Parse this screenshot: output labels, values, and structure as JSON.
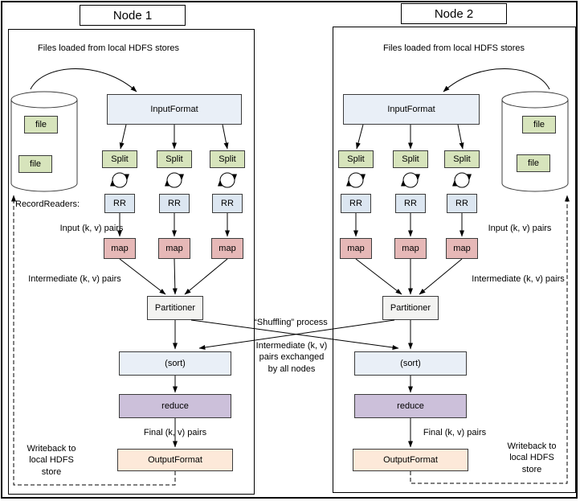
{
  "node1": {
    "title": "Node 1",
    "files_label": "Files loaded from local HDFS stores",
    "files": [
      "file",
      "file"
    ],
    "input_format": "InputFormat",
    "splits": [
      "Split",
      "Split",
      "Split"
    ],
    "record_readers_label": "RecordReaders:",
    "readers": [
      "RR",
      "RR",
      "RR"
    ],
    "input_pairs_label": "Input (k, v) pairs",
    "maps": [
      "map",
      "map",
      "map"
    ],
    "intermediate_pairs_label": "Intermediate (k, v) pairs",
    "partitioner": "Partitioner",
    "sort": "(sort)",
    "reduce": "reduce",
    "final_pairs_label": "Final (k, v) pairs",
    "output_format": "OutputFormat",
    "writeback_label": "Writeback to\nlocal HDFS\nstore"
  },
  "node2": {
    "title": "Node 2",
    "files_label": "Files loaded from local HDFS stores",
    "files": [
      "file",
      "file"
    ],
    "input_format": "InputFormat",
    "splits": [
      "Split",
      "Split",
      "Split"
    ],
    "readers": [
      "RR",
      "RR",
      "RR"
    ],
    "input_pairs_label": "Input (k, v) pairs",
    "maps": [
      "map",
      "map",
      "map"
    ],
    "intermediate_pairs_label": "Intermediate (k, v) pairs",
    "partitioner": "Partitioner",
    "sort": "(sort)",
    "reduce": "reduce",
    "final_pairs_label": "Final (k, v) pairs",
    "output_format": "OutputFormat",
    "writeback_label": "Writeback to\nlocal HDFS\nstore"
  },
  "center": {
    "shuffling_label": "“Shuffling” process",
    "exchange_label": "Intermediate (k, v)\npairs exchanged\nby all nodes"
  },
  "colors": {
    "split_file_green": "#d7e4bc",
    "reader_blue": "#dce6f1",
    "map_pink": "#e6b8b7",
    "partitioner_gray": "#f3f3f1",
    "reduce_purple": "#ccc0da",
    "output_peach": "#fde9d9"
  }
}
